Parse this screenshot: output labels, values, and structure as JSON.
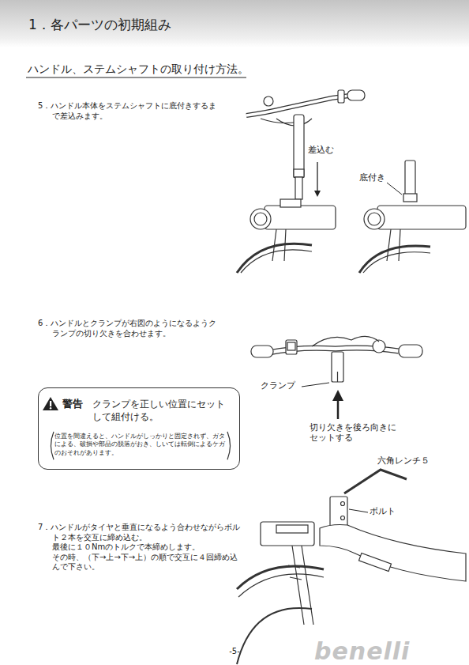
{
  "diagram": {
    "title": "1．各パーツの初期組み",
    "nodes": [
      {
        "text": [
          "警告",
          "クランプを正しい位置にセットして組付ける。",
          "位置を間違えると、ハンドルがしっかりと固定されず、ガタによる、破損や部品の脱落がおき、しいては転倒によるケガのおそれがあります。"
        ]
      }
    ],
    "labels": [
      "ハンドル、ステムシャフトの取り付け方法。",
      "5．ハンドル本体をステムシャフトに底付きするまで差込みます。",
      "差込む",
      "底付き",
      "6．ハンドルとクランプが右図のようになるようクランプの切り欠きを合わせます。",
      "クランプ",
      "切り欠きを後ろ向きにセットする",
      "六角レンチ５",
      "ボルト",
      "7．ハンドルがタイヤと垂直になるよう合わせながらボルト２本を交互に締め込む。",
      "最後に１０Nmのトルクで本締めします。",
      "その時、（下→上→下→上）の順で交互に４回締め込んで下さい。",
      "-5-",
      "benelli"
    ]
  }
}
